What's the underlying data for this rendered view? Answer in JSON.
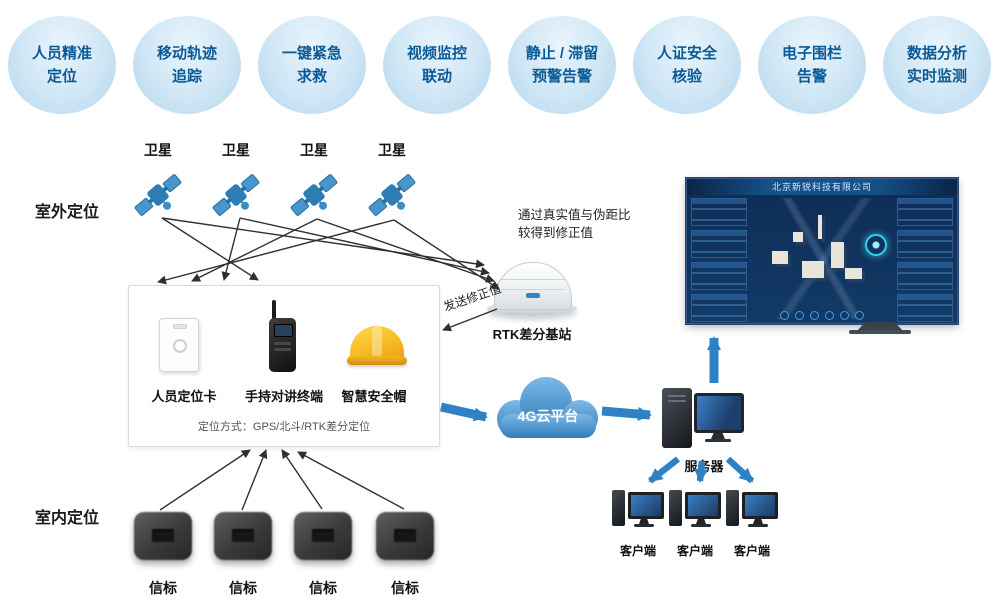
{
  "badges": [
    {
      "line1": "人员精准",
      "line2": "定位"
    },
    {
      "line1": "移动轨迹",
      "line2": "追踪"
    },
    {
      "line1": "一键紧急",
      "line2": "求救"
    },
    {
      "line1": "视频监控",
      "line2": "联动"
    },
    {
      "line1": "静止 / 滞留",
      "line2": "预警告警"
    },
    {
      "line1": "人证安全",
      "line2": "核验"
    },
    {
      "line1": "电子围栏",
      "line2": "告警"
    },
    {
      "line1": "数据分析",
      "line2": "实时监测"
    }
  ],
  "sections": {
    "outdoor": "室外定位",
    "indoor": "室内定位"
  },
  "satellite": {
    "label": "卫星"
  },
  "rtk": {
    "note_line1": "通过真实值与伪距比",
    "note_line2": "较得到修正值",
    "send_label": "发送修正值",
    "label": "RTK差分基站"
  },
  "device_box": {
    "devices": [
      "人员定位卡",
      "手持对讲终端",
      "智慧安全帽"
    ],
    "method": "定位方式：GPS/北斗/RTK差分定位"
  },
  "cloud": {
    "label": "4G云平台"
  },
  "server": {
    "label": "服务器"
  },
  "client": {
    "label": "客户端"
  },
  "beacon": {
    "label": "信标"
  },
  "dashboard": {
    "title": "北京新锐科技有限公司"
  },
  "colors": {
    "badge_fill": "#cfe6f5",
    "badge_text": "#0a5a96",
    "arrow_blue": "#2e82c3",
    "cloud_blue": "#2d7cba",
    "helmet_yellow": "#f0ab16",
    "dashboard_bg": "#123462"
  }
}
